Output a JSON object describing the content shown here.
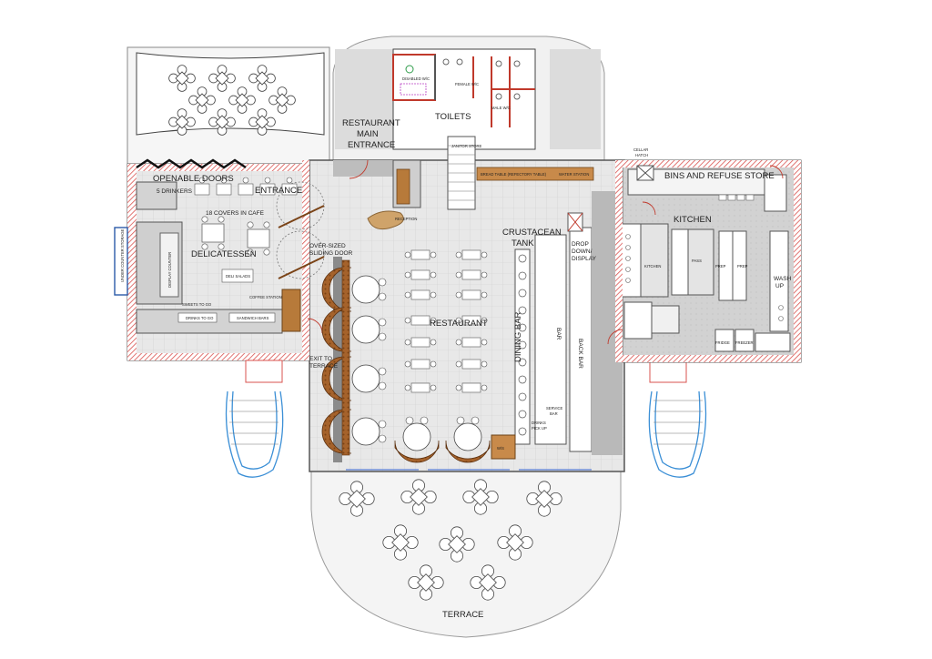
{
  "labels": {
    "toilets": "TOILETS",
    "restaurant_main_entrance_1": "RESTAURANT",
    "restaurant_main_entrance_2": "MAIN",
    "restaurant_main_entrance_3": "ENTRANCE",
    "female_wc": "FEMALE W/C",
    "male_wc": "MALE W/C",
    "accessible_wc": "DISABLED W/C",
    "janitor_store": "JANITOR STORE",
    "openable_doors": "OPENABLE DOORS",
    "entrance": "ENTRANCE",
    "drinkers": "5 DRINKERS",
    "covers_in_cafe": "18 COVERS IN CAFE",
    "delicatessen": "DELICATESSEN",
    "oversized_sliding_door_1": "OVER-SIZED",
    "oversized_sliding_door_2": "SLIDING DOOR",
    "reception": "RECEPTION",
    "bread_table": "BREAD TABLE (REFECTORY TABLE)",
    "water_station": "WATER STATION",
    "crustacean_tank_1": "CRUSTACEAN",
    "crustacean_tank_2": "TANK",
    "drop_down_display_1": "DROP",
    "drop_down_display_2": "DOWN/",
    "drop_down_display_3": "DISPLAY",
    "restaurant": "RESTAURANT",
    "dining_bar": "DINING BAR",
    "bar": "BAR",
    "back_bar": "BACK BAR",
    "service_bar_1": "SERVICE",
    "service_bar_2": "BAR",
    "drinks_pick_up_1": "DRINKS",
    "drinks_pick_up_2": "PICK UP",
    "ws": "W/S",
    "exit_to_terrace_1": "EXIT TO",
    "exit_to_terrace_2": "TERRACE",
    "cellar_hatch_1": "CELLAR",
    "cellar_hatch_2": "HATCH",
    "bins_and_refuse_store": "BINS AND REFUSE STORE",
    "kitchen": "KITCHEN",
    "kitchen_small": "KITCHEN",
    "pass": "PASS",
    "prep_1": "PREP",
    "prep_2": "PREP",
    "wash_up_1": "WASH",
    "wash_up_2": "UP",
    "fridge": "FRIDGE",
    "freezer": "FREEZER",
    "terrace": "TERRACE",
    "under_counter_storage": "UNDER COUNTER STORAGE",
    "display_counter": "DISPLAY COUNTER",
    "deli_salads": "DELI SALADS",
    "drinks_to_go": "DRINKS TO GO",
    "sandwich_bars": "SANDWICH BARS",
    "sweets_to_go": "SWEETS TO GO",
    "coffee_station": "COFFEE STATION"
  },
  "colors": {
    "wall_hatch": "#d9534f",
    "floor_tile": "#e6e6e6",
    "grid_line": "#cfcfcf",
    "timber": "#b77a3a",
    "seat_brown": "#8a4a1c",
    "stair_blue": "#3b8fd6",
    "dark_wall": "#555555"
  }
}
